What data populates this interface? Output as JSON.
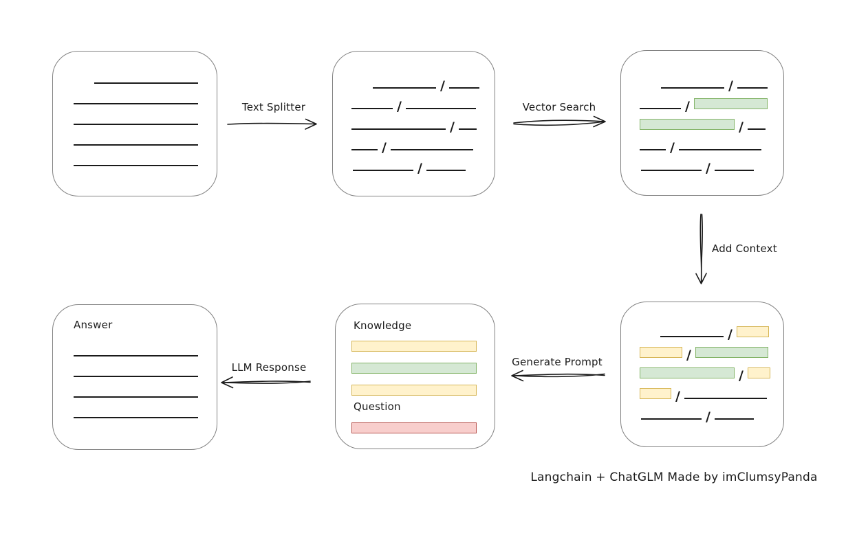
{
  "caption": "Langchain + ChatGLM Made by imClumsyPanda",
  "arrows": {
    "text_splitter": {
      "label": "Text Splitter",
      "direction": "right"
    },
    "vector_search": {
      "label": "Vector Search",
      "direction": "right"
    },
    "add_context": {
      "label": "Add Context",
      "direction": "down"
    },
    "generate_prompt": {
      "label": "Generate Prompt",
      "direction": "left"
    },
    "llm_response": {
      "label": "LLM Response",
      "direction": "left"
    }
  },
  "nodes": {
    "document": {
      "lines": [
        {
          "indent": 60,
          "width": 151
        },
        {
          "indent": 30,
          "width": 181
        },
        {
          "indent": 30,
          "width": 181
        },
        {
          "indent": 30,
          "width": 181
        },
        {
          "indent": 30,
          "width": 181
        }
      ]
    },
    "chunks": {
      "rows": [
        {
          "indent": 58,
          "segments": [
            {
              "type": "line",
              "w": 92
            },
            {
              "type": "line",
              "w": 44
            }
          ]
        },
        {
          "indent": 27,
          "segments": [
            {
              "type": "line",
              "w": 60
            },
            {
              "type": "line",
              "w": 102
            }
          ]
        },
        {
          "indent": 27,
          "segments": [
            {
              "type": "line",
              "w": 137
            },
            {
              "type": "line",
              "w": 26
            }
          ]
        },
        {
          "indent": 27,
          "segments": [
            {
              "type": "line",
              "w": 38
            },
            {
              "type": "line",
              "w": 120
            }
          ]
        },
        {
          "indent": 29,
          "segments": [
            {
              "type": "line",
              "w": 88
            },
            {
              "type": "line",
              "w": 57
            }
          ]
        }
      ]
    },
    "chunks_matched": {
      "rows": [
        {
          "indent": 58,
          "segments": [
            {
              "type": "line",
              "w": 92
            },
            {
              "type": "line",
              "w": 44
            }
          ]
        },
        {
          "indent": 27,
          "segments": [
            {
              "type": "line",
              "w": 60
            },
            {
              "type": "green",
              "w": 107
            }
          ]
        },
        {
          "indent": 27,
          "segments": [
            {
              "type": "green",
              "w": 138
            },
            {
              "type": "line",
              "w": 26
            }
          ]
        },
        {
          "indent": 27,
          "segments": [
            {
              "type": "line",
              "w": 38
            },
            {
              "type": "line",
              "w": 120
            }
          ]
        },
        {
          "indent": 29,
          "segments": [
            {
              "type": "line",
              "w": 88
            },
            {
              "type": "line",
              "w": 57
            }
          ]
        }
      ]
    },
    "chunks_context": {
      "rows": [
        {
          "indent": 57,
          "segments": [
            {
              "type": "line",
              "w": 92
            },
            {
              "type": "yellow",
              "w": 47
            }
          ]
        },
        {
          "indent": 27,
          "segments": [
            {
              "type": "yellow",
              "w": 62
            },
            {
              "type": "green",
              "w": 106
            }
          ]
        },
        {
          "indent": 27,
          "segments": [
            {
              "type": "green",
              "w": 138
            },
            {
              "type": "yellow",
              "w": 33
            }
          ]
        },
        {
          "indent": 27,
          "segments": [
            {
              "type": "yellow",
              "w": 46
            },
            {
              "type": "line",
              "w": 120
            }
          ]
        },
        {
          "indent": 29,
          "segments": [
            {
              "type": "line",
              "w": 88
            },
            {
              "type": "line",
              "w": 57
            }
          ]
        }
      ]
    },
    "prompt": {
      "knowledge_label": "Knowledge",
      "question_label": "Question",
      "knowledge_bars": [
        {
          "type": "yellow"
        },
        {
          "type": "green"
        },
        {
          "type": "yellow"
        }
      ],
      "question_bars": [
        {
          "type": "red"
        }
      ]
    },
    "answer": {
      "label": "Answer",
      "lines": [
        {
          "indent": 30,
          "width": 181
        },
        {
          "indent": 30,
          "width": 181
        },
        {
          "indent": 30,
          "width": 181
        },
        {
          "indent": 30,
          "width": 181
        }
      ]
    }
  },
  "colors": {
    "ink": "#1a1a1a",
    "box_border": "#808080",
    "green_fill": "#d5e8d4",
    "green_border": "#82b366",
    "yellow_fill": "#fff2cc",
    "yellow_border": "#d6b656",
    "red_fill": "#f8cecc",
    "red_border": "#b85450"
  }
}
